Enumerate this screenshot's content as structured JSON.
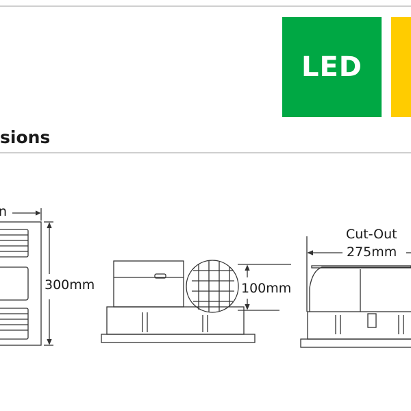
{
  "badges": {
    "led_label": "LED",
    "led_color": "#00a844",
    "second_color": "#ffcc00"
  },
  "section": {
    "heading": "sions"
  },
  "dimensions": {
    "width_label_fragment": "n",
    "height_label": "300mm",
    "depth_label": "100mm",
    "cutout_label_line1": "Cut-Out",
    "cutout_label_line2": "275mm"
  }
}
